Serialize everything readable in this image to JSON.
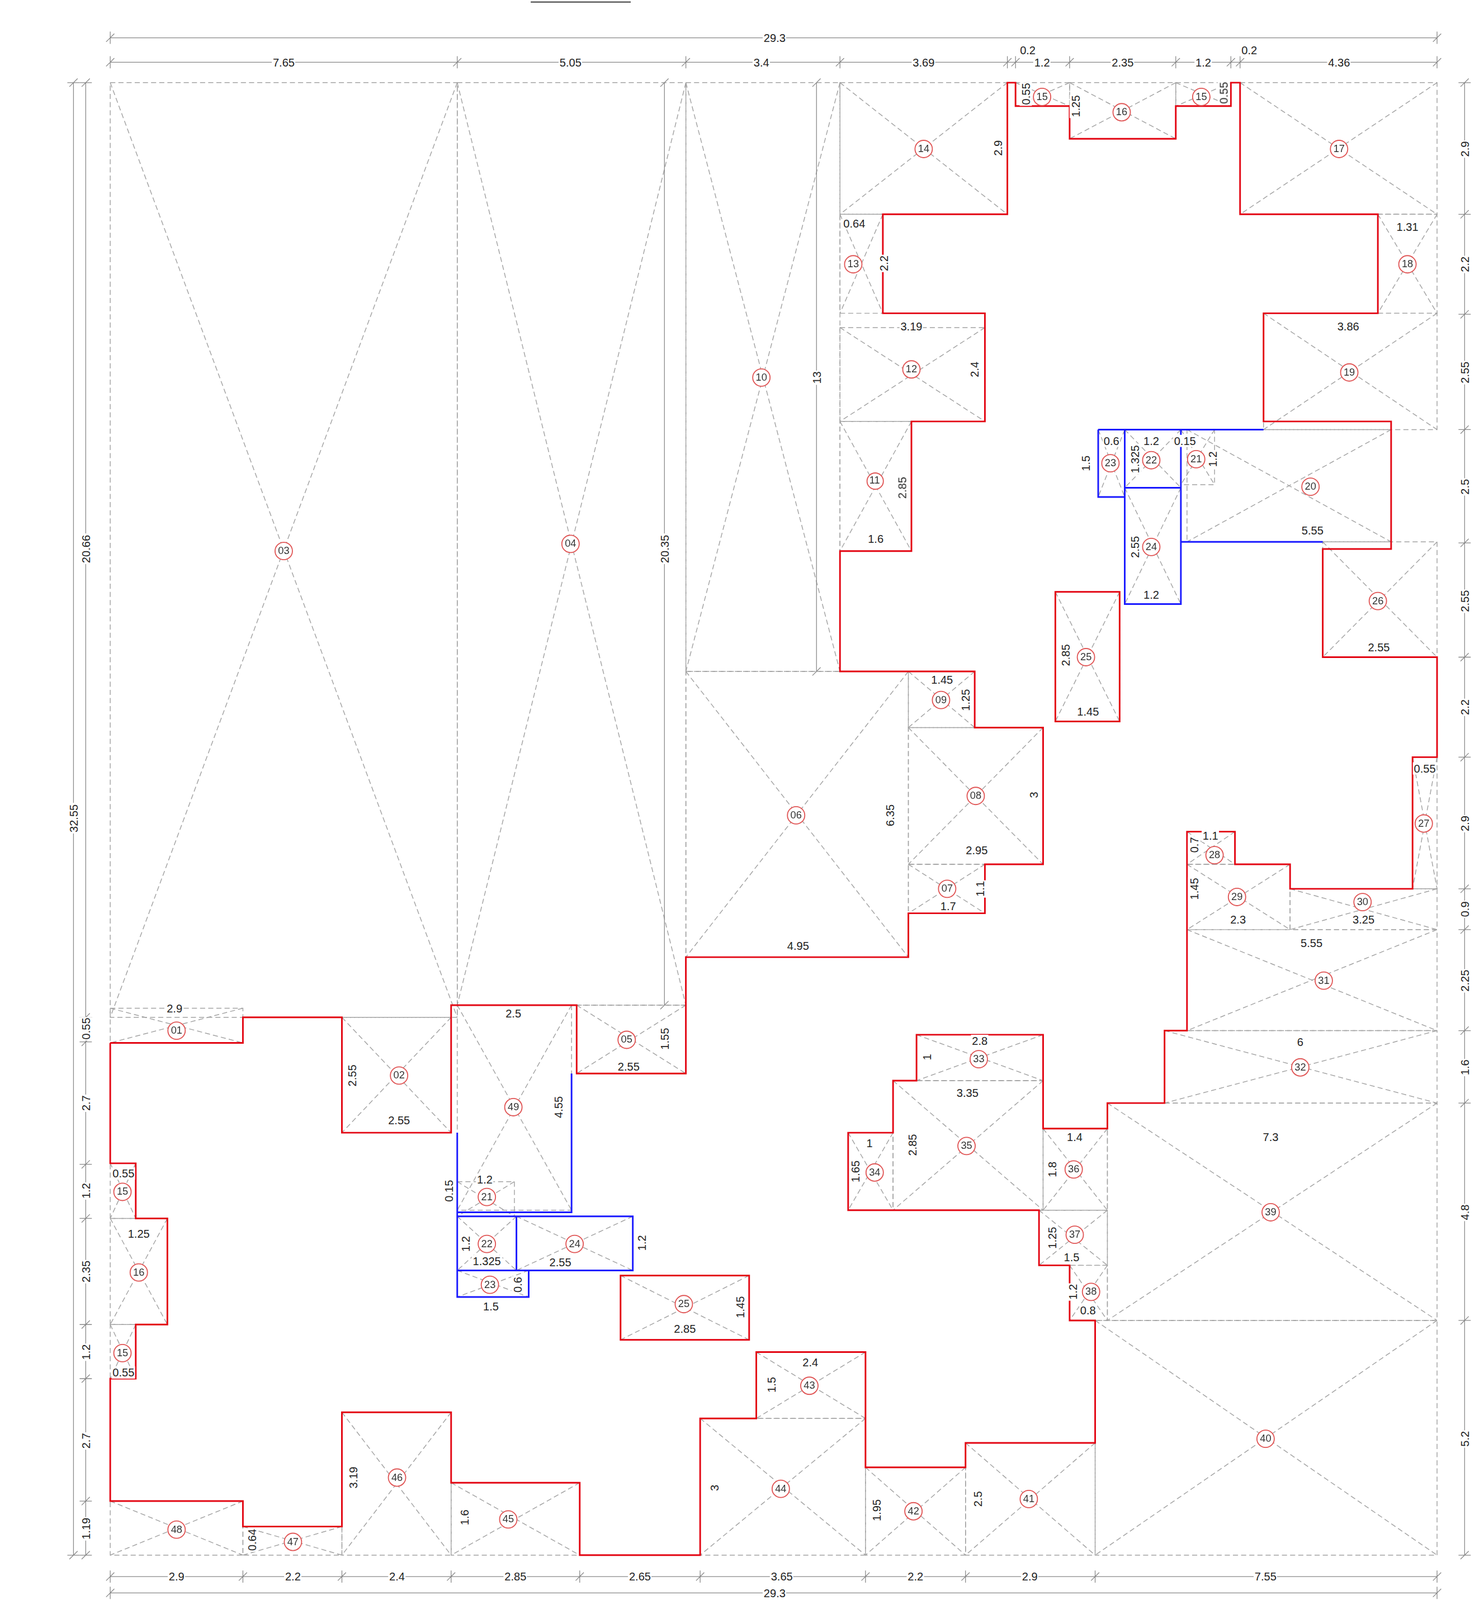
{
  "diagram": {
    "nodes": [
      {
        "text": [
          "15"
        ]
      },
      {
        "text": [
          "16"
        ]
      },
      {
        "text": [
          "15"
        ]
      },
      {
        "text": [
          "14"
        ]
      },
      {
        "text": [
          "17"
        ]
      },
      {
        "text": [
          "13"
        ]
      },
      {
        "text": [
          "18"
        ]
      },
      {
        "text": [
          "12"
        ]
      },
      {
        "text": [
          "19"
        ]
      },
      {
        "text": [
          "10"
        ]
      },
      {
        "text": [
          "23"
        ]
      },
      {
        "text": [
          "22"
        ]
      },
      {
        "text": [
          "21"
        ]
      },
      {
        "text": [
          "11"
        ]
      },
      {
        "text": [
          "20"
        ]
      },
      {
        "text": [
          "03"
        ]
      },
      {
        "text": [
          "04"
        ]
      },
      {
        "text": [
          "24"
        ]
      },
      {
        "text": [
          "26"
        ]
      },
      {
        "text": [
          "25"
        ]
      },
      {
        "text": [
          "09"
        ]
      },
      {
        "text": [
          "08"
        ]
      },
      {
        "text": [
          "06"
        ]
      },
      {
        "text": [
          "27"
        ]
      },
      {
        "text": [
          "28"
        ]
      },
      {
        "text": [
          "07"
        ]
      },
      {
        "text": [
          "29"
        ]
      },
      {
        "text": [
          "30"
        ]
      },
      {
        "text": [
          "31"
        ]
      },
      {
        "text": [
          "01"
        ]
      },
      {
        "text": [
          "05"
        ]
      },
      {
        "text": [
          "33"
        ]
      },
      {
        "text": [
          "32"
        ]
      },
      {
        "text": [
          "02"
        ]
      },
      {
        "text": [
          "49"
        ]
      },
      {
        "text": [
          "35"
        ]
      },
      {
        "text": [
          "36"
        ]
      },
      {
        "text": [
          "34"
        ]
      },
      {
        "text": [
          "15"
        ]
      },
      {
        "text": [
          "21"
        ]
      },
      {
        "text": [
          "39"
        ]
      },
      {
        "text": [
          "37"
        ]
      },
      {
        "text": [
          "22"
        ]
      },
      {
        "text": [
          "24"
        ]
      },
      {
        "text": [
          "16"
        ]
      },
      {
        "text": [
          "23"
        ]
      },
      {
        "text": [
          "38"
        ]
      },
      {
        "text": [
          "25"
        ]
      },
      {
        "text": [
          "15"
        ]
      },
      {
        "text": [
          "43"
        ]
      },
      {
        "text": [
          "40"
        ]
      },
      {
        "text": [
          "46"
        ]
      },
      {
        "text": [
          "44"
        ]
      },
      {
        "text": [
          "41"
        ]
      },
      {
        "text": [
          "42"
        ]
      },
      {
        "text": [
          "45"
        ]
      },
      {
        "text": [
          "48"
        ]
      },
      {
        "text": [
          "47"
        ]
      }
    ],
    "labels": [
      "29.3",
      "7.65",
      "5.05",
      "3.4",
      "3.69",
      "0.2",
      "1.2",
      "2.35",
      "1.2",
      "0.2",
      "4.36",
      "20.66",
      "32.55",
      "0.55",
      "2.7",
      "1.2",
      "2.35",
      "1.2",
      "2.7",
      "1.19",
      "2.9",
      "2.2",
      "2.55",
      "2.5",
      "2.55",
      "2.2",
      "2.9",
      "0.9",
      "2.25",
      "1.6",
      "4.8",
      "5.2",
      "2.9",
      "0.55",
      "1.25",
      "0.55",
      "0.64",
      "1.31",
      "2.2",
      "3.19",
      "3.86",
      "2.4",
      "13",
      "0.6",
      "1.2",
      "0.15",
      "1.5",
      "1.325",
      "1.2",
      "2.85",
      "5.55",
      "1.6",
      "20.35",
      "2.55",
      "1.2",
      "2.55",
      "2.85",
      "1.45",
      "1.25",
      "1.45",
      "0.55",
      "3",
      "6.35",
      "1.1",
      "0.7",
      "2.95",
      "1.45",
      "1.1",
      "1.7",
      "2.3",
      "3.25",
      "5.55",
      "4.95",
      "2.9",
      "2.5",
      "1.55",
      "2.8",
      "6",
      "1",
      "2.55",
      "2.55",
      "3.35",
      "4.55",
      "2.55",
      "1.4",
      "7.3",
      "1",
      "2.85",
      "1.8",
      "1.65",
      "0.55",
      "1.2",
      "0.15",
      "1.25",
      "1.25",
      "1.2",
      "1.2",
      "1.5",
      "1.325",
      "2.55",
      "0.6",
      "1.2",
      "1.5",
      "1.45",
      "0.8",
      "2.85",
      "2.4",
      "0.55",
      "1.5",
      "3.19",
      "3",
      "2.5",
      "1.95",
      "1.6",
      "0.64",
      "2.9",
      "2.2",
      "2.4",
      "2.85",
      "2.65",
      "3.65",
      "2.2",
      "2.9",
      "7.55",
      "29.3"
    ]
  }
}
